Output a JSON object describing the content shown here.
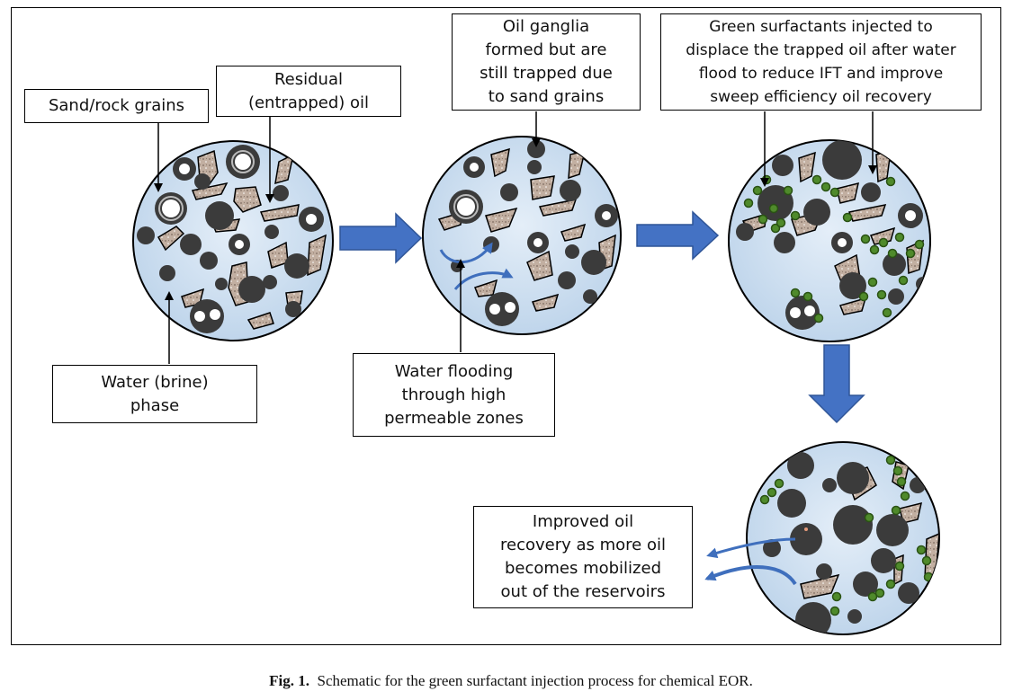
{
  "labels": {
    "sand_rock_grains": "Sand/rock grains",
    "residual_oil": [
      "Residual",
      "(entrapped) oil"
    ],
    "water_brine": [
      "Water (brine)",
      "phase"
    ],
    "oil_ganglia": [
      "Oil ganglia",
      "formed but are",
      "still trapped due",
      "to sand grains"
    ],
    "water_flooding": [
      "Water flooding",
      "through high",
      "permeable zones"
    ],
    "green_surfactants": [
      "Green surfactants injected to",
      "displace the trapped oil after water",
      "flood to reduce IFT and improve",
      "sweep efficiency oil recovery"
    ],
    "improved_recovery": [
      "Improved oil",
      "recovery as more oil",
      "becomes mobilized",
      "out of the reservoirs"
    ]
  },
  "caption": {
    "label": "Fig. 1.",
    "text": "Schematic for the green surfactant injection process for chemical EOR."
  },
  "colors": {
    "water": "#c9def0",
    "oil": "#3b3b3b",
    "sand": "#bba99c",
    "surfactant": "#4f8a2b",
    "arrow": "#3f6fbd"
  }
}
